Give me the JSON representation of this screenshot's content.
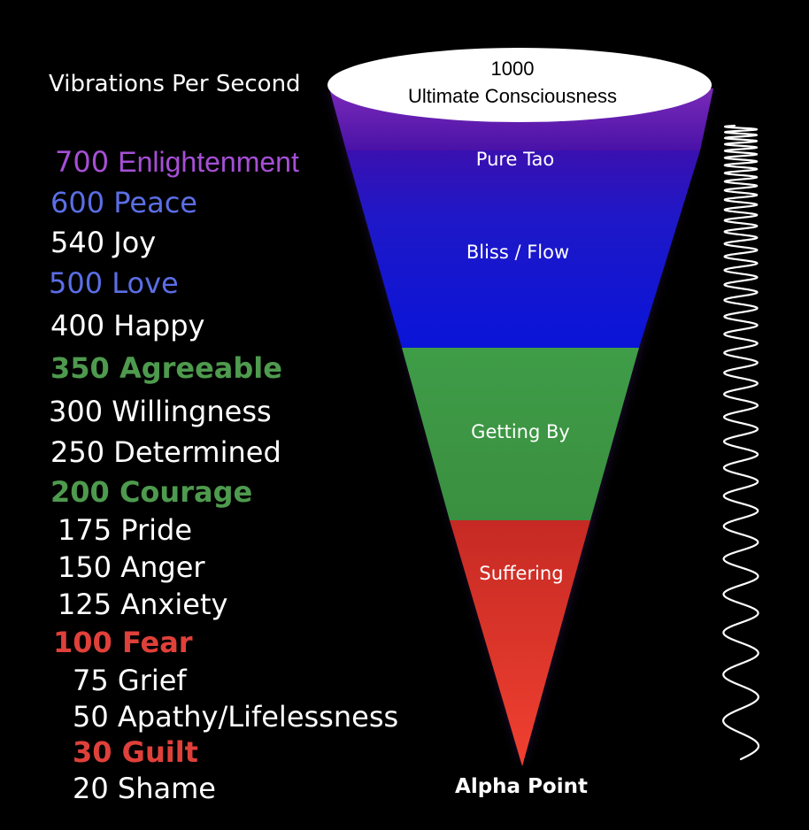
{
  "scale_title": "Vibrations Per Second",
  "levels": [
    {
      "value": "700",
      "label": "Enlightenment",
      "color": "#a64fd6"
    },
    {
      "value": "600",
      "label": "Peace",
      "color": "#5b6ee6"
    },
    {
      "value": "540",
      "label": "Joy",
      "color": "#ffffff"
    },
    {
      "value": "500",
      "label": "Love",
      "color": "#5b6ee6"
    },
    {
      "value": "400",
      "label": "Happy",
      "color": "#ffffff"
    },
    {
      "value": "350",
      "label": "Agreeable",
      "color": "#4e9a4e"
    },
    {
      "value": "300",
      "label": "Willingness",
      "color": "#ffffff"
    },
    {
      "value": "250",
      "label": "Determined",
      "color": "#ffffff"
    },
    {
      "value": "200",
      "label": "Courage",
      "color": "#4e9a4e"
    },
    {
      "value": "175",
      "label": "Pride",
      "color": "#ffffff"
    },
    {
      "value": "150",
      "label": "Anger",
      "color": "#ffffff"
    },
    {
      "value": "125",
      "label": "Anxiety",
      "color": "#ffffff"
    },
    {
      "value": "100",
      "label": "Fear",
      "color": "#e0403a"
    },
    {
      "value": "75",
      "label": "Grief",
      "color": "#ffffff"
    },
    {
      "value": "50",
      "label": "Apathy/Lifelessness",
      "color": "#ffffff"
    },
    {
      "value": "30",
      "label": "Guilt",
      "color": "#e0403a"
    },
    {
      "value": "20",
      "label": "Shame",
      "color": "#ffffff"
    }
  ],
  "cone": {
    "top_value": "1000",
    "top_label": "Ultimate Consciousness",
    "zones": [
      {
        "label": "Pure Tao",
        "color": "#5a17a8"
      },
      {
        "label": "Bliss / Flow",
        "color": "#1a14c8"
      },
      {
        "label": "Getting By",
        "color": "#3d9a45"
      },
      {
        "label": "Suffering",
        "color": "#d8302a"
      }
    ],
    "bottom_label": "Alpha Point"
  }
}
